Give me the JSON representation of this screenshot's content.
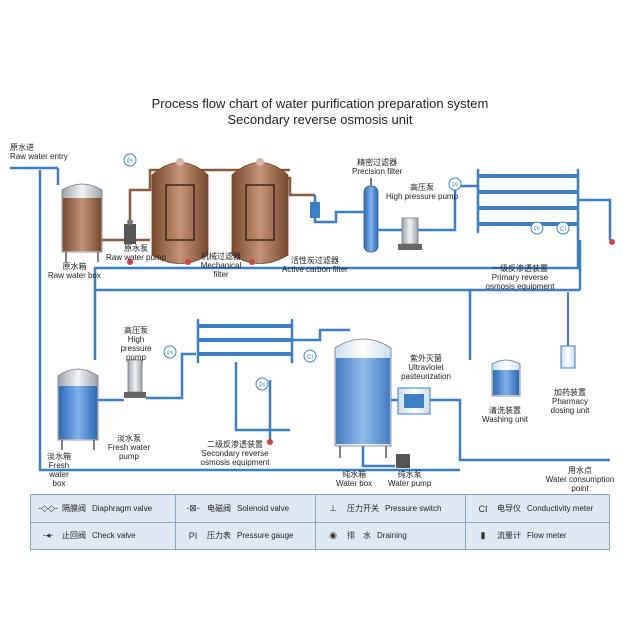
{
  "title": {
    "line1": "Process flow chart of water purification preparation system",
    "line2": "Secondary reverse osmosis unit"
  },
  "labels": {
    "raw_water_entry": {
      "cn": "原水进",
      "en": "Raw water entry"
    },
    "raw_water_box": {
      "cn": "原水箱",
      "en": "Raw water box"
    },
    "raw_water_pump": {
      "cn": "原水泵",
      "en": "Raw water pump"
    },
    "mechanical_filter": {
      "cn": "机械过滤器",
      "en": "Mechanical filter"
    },
    "active_carbon_filter": {
      "cn": "活性炭过滤器",
      "en": "Active carbon filter"
    },
    "precision_filter": {
      "cn": "精密过滤器",
      "en": "Precision filter"
    },
    "high_pressure_pump_1": {
      "cn": "高压泵",
      "en": "High pressure pump"
    },
    "primary_ro": {
      "cn": "一级反渗透装置",
      "en": "Primary reverse osmosis equipment"
    },
    "high_pressure_pump_2": {
      "cn": "高压泵",
      "en": "High pressure pump"
    },
    "fresh_water_box": {
      "cn": "淡水箱",
      "en": "Fresh water box"
    },
    "fresh_water_pump": {
      "cn": "淡水泵",
      "en": "Fresh water pump"
    },
    "secondary_ro": {
      "cn": "二级反渗透装置",
      "en": "Secondary reverse osmosis equipment"
    },
    "uv": {
      "cn": "紫外灭菌",
      "en": "Ultraviolet pasteurization"
    },
    "pure_water_box": {
      "cn": "纯水箱",
      "en": "Water box"
    },
    "pure_water_pump": {
      "cn": "纯水泵",
      "en": "Water pump"
    },
    "washing_unit": {
      "cn": "清洗装置",
      "en": "Washing unit"
    },
    "pharmacy_dosing": {
      "cn": "加药装置",
      "en": "Pharmacy dosing unit"
    },
    "consumption_point": {
      "cn": "用水点",
      "en": "Water consumption point"
    }
  },
  "instrument_tags": {
    "pressure": "PI",
    "conductivity": "CI"
  },
  "legend": {
    "row1": [
      {
        "symbol": "-◇◇-",
        "cn": "隔膜阀",
        "en": "Diaphragm valve"
      },
      {
        "symbol": "-⊠-",
        "cn": "电磁阀",
        "en": "Solenoid valve"
      },
      {
        "symbol": "⊥",
        "cn": "压力开关",
        "en": "Pressure switch"
      },
      {
        "symbol": "CI",
        "cn": "电导仪",
        "en": "Conductivity meter"
      }
    ],
    "row2": [
      {
        "symbol": "-◂-",
        "cn": "止回阀",
        "en": "Check valve"
      },
      {
        "symbol": "PI",
        "cn": "压力表",
        "en": "Pressure gauge"
      },
      {
        "symbol": "◉",
        "cn": "排　水",
        "en": "Draining"
      },
      {
        "symbol": "▮",
        "cn": "流量计",
        "en": "Flow meter"
      }
    ]
  },
  "colors": {
    "pipe": "#3d7fc6",
    "pipe_light": "#8fb8e4",
    "brown_pipe": "#8a5a3c",
    "tank_brown": "#9a6a4a",
    "tank_blue": "#3f7fd0",
    "legend_bg": "#dfe9f3"
  }
}
